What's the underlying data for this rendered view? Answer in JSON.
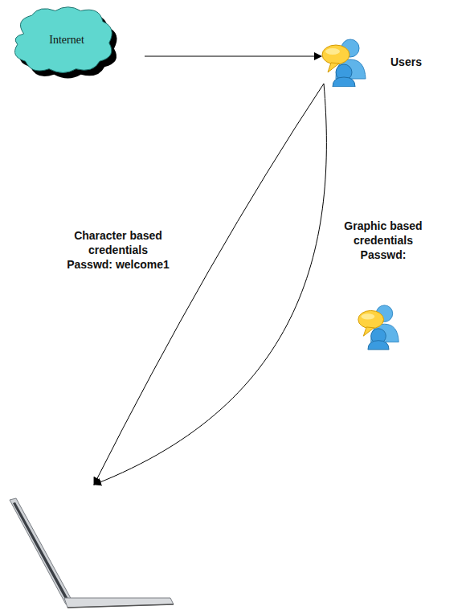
{
  "diagram": {
    "nodes": [
      {
        "text": [
          "Internet"
        ]
      },
      {
        "text": [
          "Users"
        ]
      }
    ],
    "edges": [
      {
        "from": 0,
        "to": 1,
        "arrow": "to"
      }
    ],
    "labels": [
      "Character based credentials Passwd: welcome1",
      "Graphic based credentials Passwd:"
    ]
  }
}
